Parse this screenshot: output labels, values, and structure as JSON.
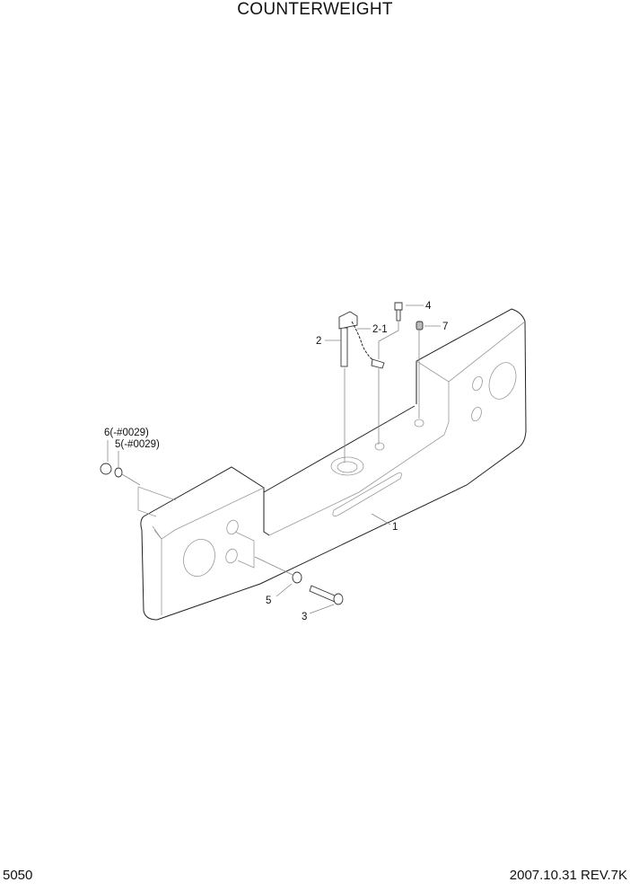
{
  "header": {
    "title": "COUNTERWEIGHT"
  },
  "footer": {
    "page_number": "5050",
    "date_revision": "2007.10.31  REV.7K"
  },
  "diagram": {
    "subject": "Counterweight exploded parts view",
    "callouts": [
      {
        "id": "1",
        "label": "1",
        "part": "counterweight-body"
      },
      {
        "id": "2",
        "label": "2",
        "part": "lifting-pin"
      },
      {
        "id": "2-1",
        "label": "2-1",
        "part": "pin-chain"
      },
      {
        "id": "3",
        "label": "3",
        "part": "bolt"
      },
      {
        "id": "4",
        "label": "4",
        "part": "bolt-top"
      },
      {
        "id": "5",
        "label": "5",
        "part": "washer"
      },
      {
        "id": "5a",
        "label": "5(-#0029)",
        "part": "washer-serial-limited"
      },
      {
        "id": "6a",
        "label": "6(-#0029)",
        "part": "nut-serial-limited"
      },
      {
        "id": "7",
        "label": "7",
        "part": "plug"
      }
    ]
  }
}
